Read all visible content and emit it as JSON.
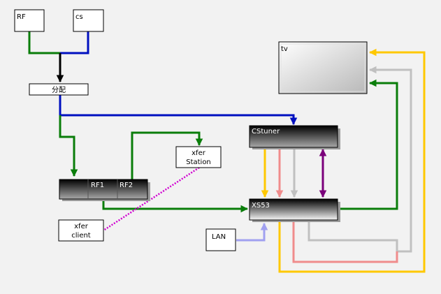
{
  "nodes": {
    "rf": "RF",
    "cs": "cs",
    "splitter": "分配",
    "tv": "tv",
    "cstuner": "CStuner",
    "xfer_station_line1": "xfer",
    "xfer_station_line2": "Station",
    "rf_box_port1": "RF1",
    "rf_box_port2": "RF2",
    "xs53": "XS53",
    "xfer_client_line1": "xfer",
    "xfer_client_line2": "client",
    "lan": "LAN"
  },
  "colors": {
    "background": "#f2f2f2",
    "green": "#0a7d0a",
    "blue": "#0010c0",
    "black": "#000000",
    "yellow": "#ffc800",
    "pink": "#f08c8c",
    "gray": "#c0c0c0",
    "purple": "#7a007a",
    "lavender": "#a0a0f0",
    "magenta": "#d000d0"
  }
}
